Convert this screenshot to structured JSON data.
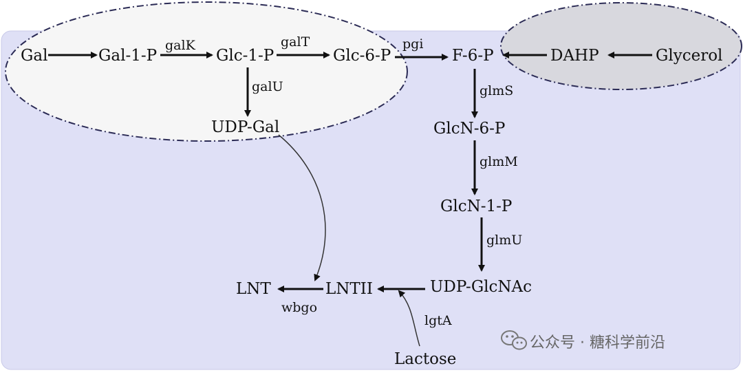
{
  "nodes": {
    "gal": "Gal",
    "gal1p": "Gal-1-P",
    "glc1p": "Glc-1-P",
    "glc6p": "Glc-6-P",
    "f6p": "F-6-P",
    "dahp": "DAHP",
    "glycerol": "Glycerol",
    "udpgal": "UDP-Gal",
    "glcn6p": "GlcN-6-P",
    "glcn1p": "GlcN-1-P",
    "udpglcnac": "UDP-GlcNAc",
    "lntii": "LNTII",
    "lnt": "LNT",
    "lactose": "Lactose"
  },
  "enzymes": {
    "galk": "galK",
    "galt": "galT",
    "pgi": "pgi",
    "galu": "galU",
    "glms": "glmS",
    "glmm": "glmM",
    "glmu": "glmU",
    "lgta": "lgtA",
    "wbgo": "wbgo"
  },
  "watermark": {
    "text": "公众号 · 糖科学前沿",
    "icon": "wechat-icon"
  },
  "colors": {
    "region_fill": "#dfe0f6",
    "ellipse_left_fill": "#f6f6f6",
    "ellipse_right_fill": "#d8d8de",
    "border": "#2b2b55",
    "arrow": "#111111"
  }
}
